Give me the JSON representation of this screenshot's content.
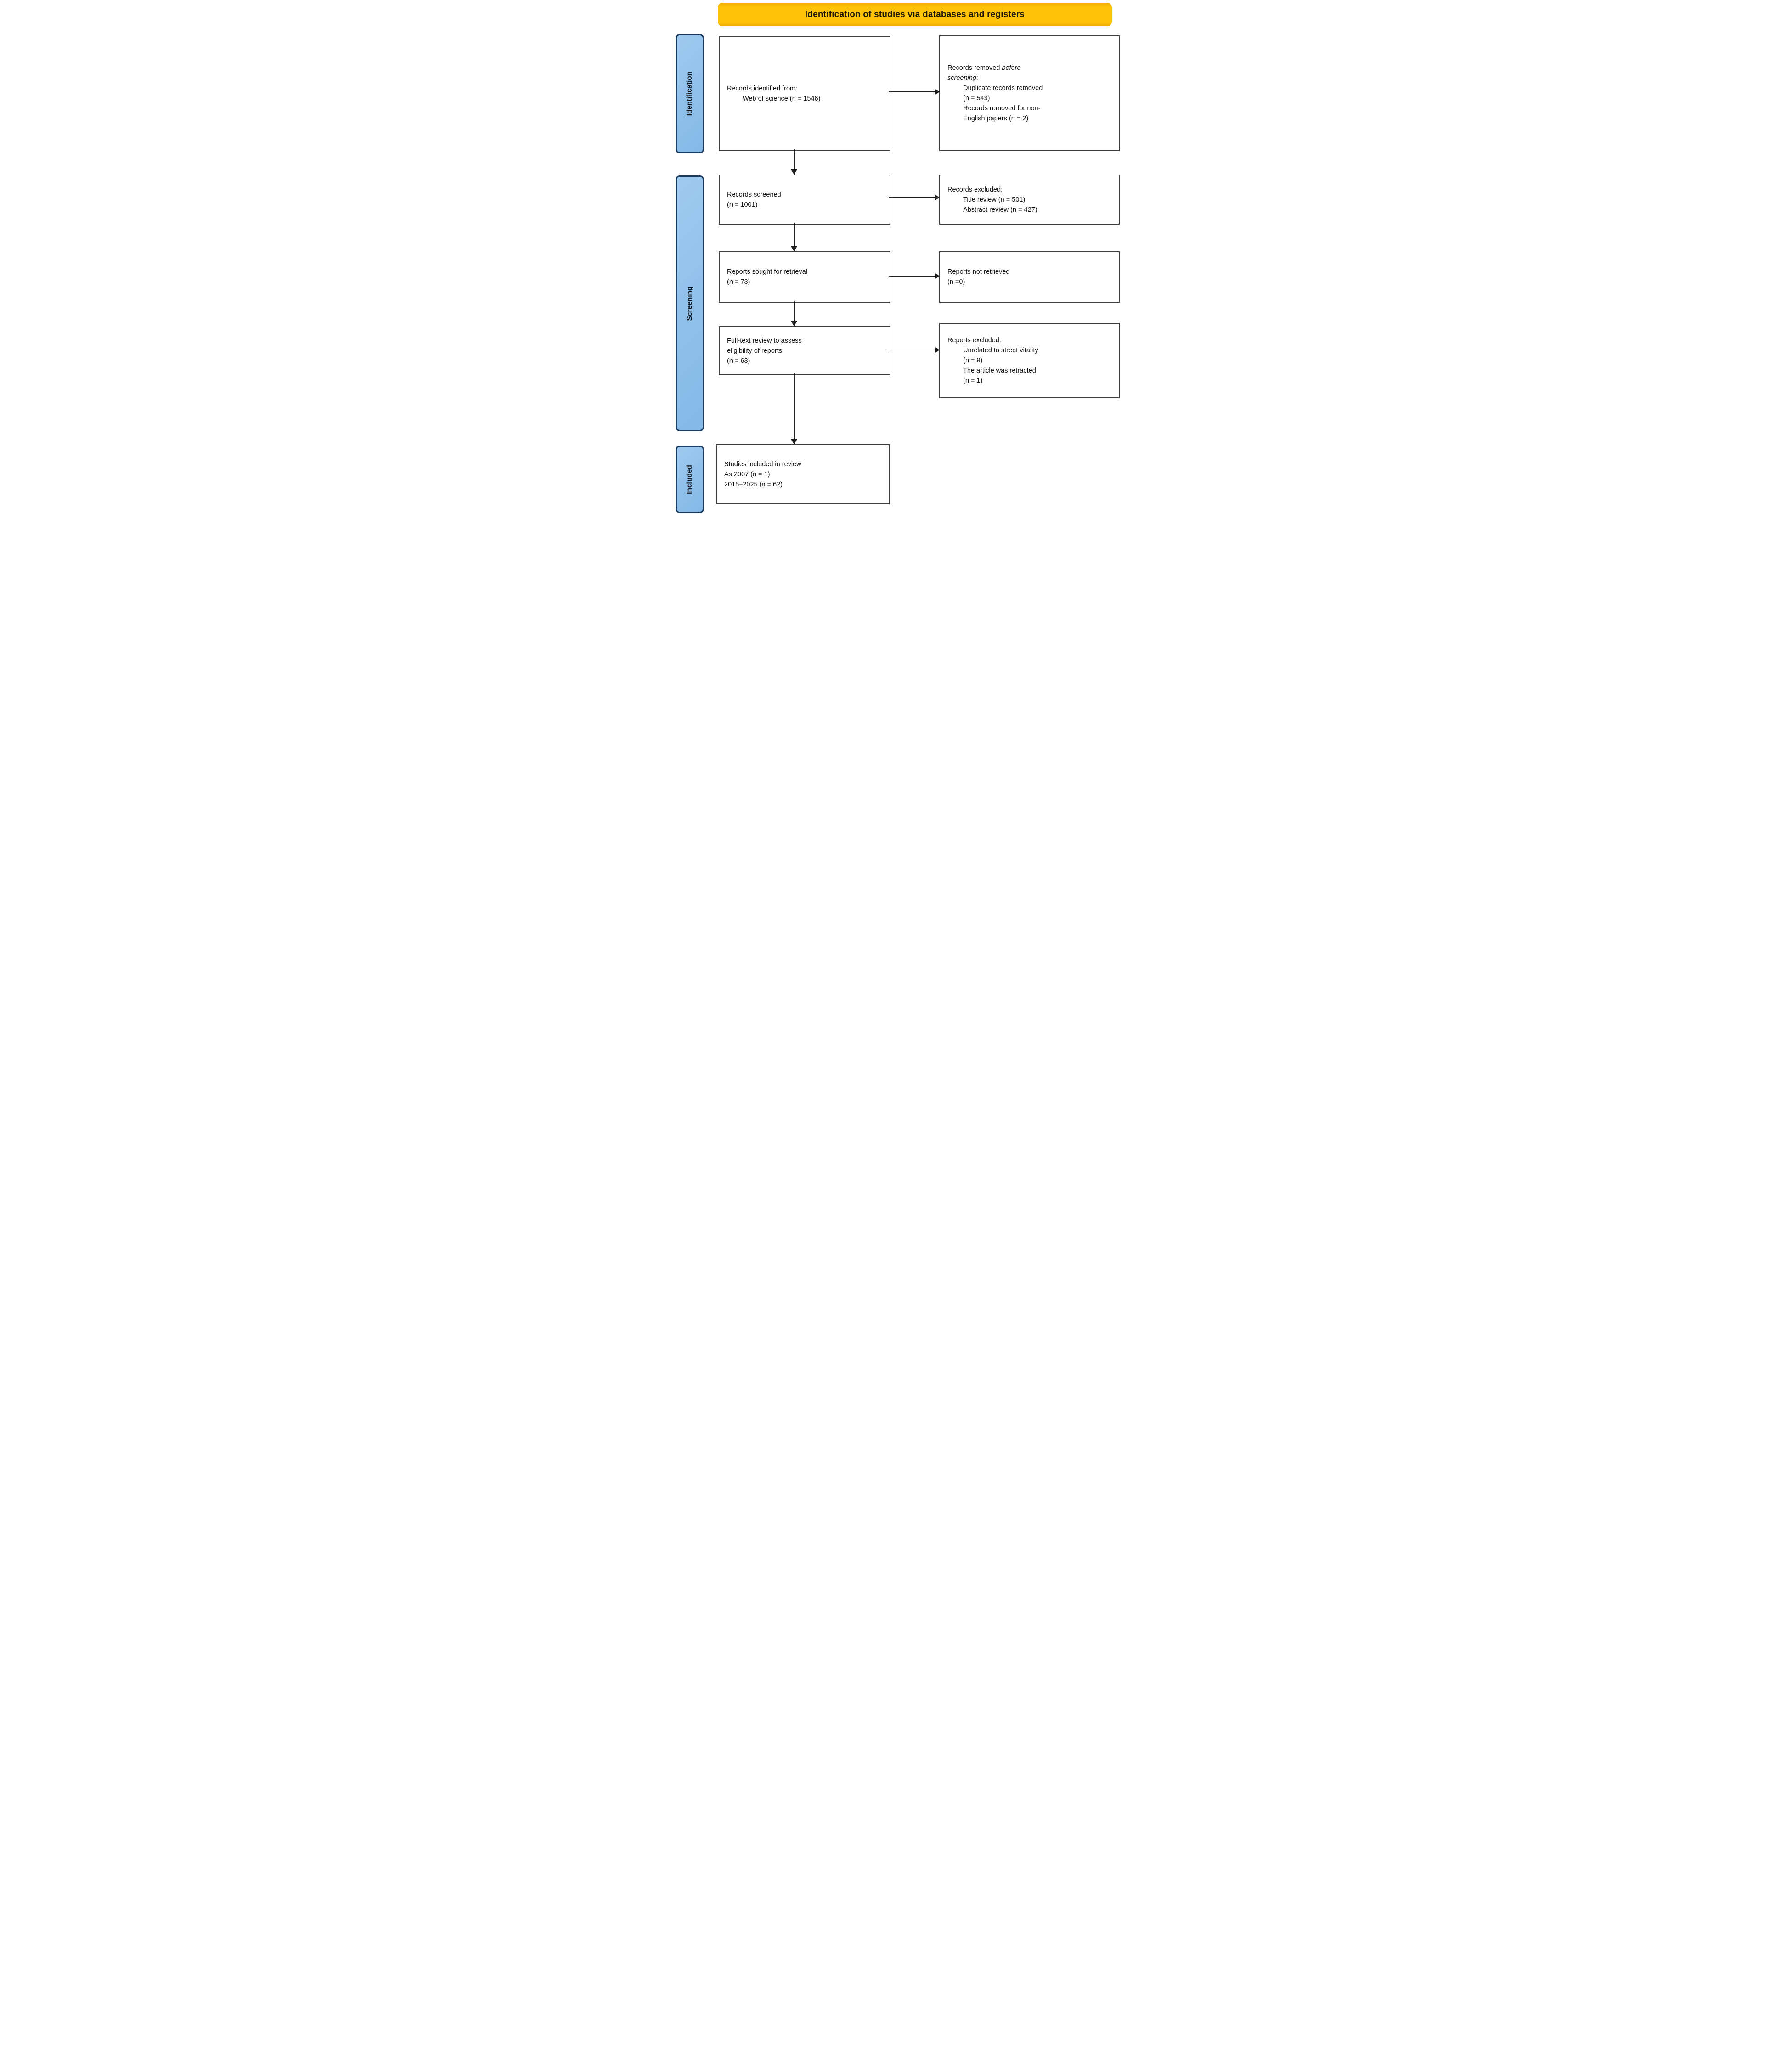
{
  "banner": {
    "label": "Identification of studies via databases and registers"
  },
  "stages": [
    {
      "label": "Identification"
    },
    {
      "label": "Screening"
    },
    {
      "label": "Included"
    }
  ],
  "boxes": {
    "records_identified": {
      "line1": "Records identified from:",
      "line2": "Web of science (n = 1546)"
    },
    "records_removed": {
      "heading_normal": "Records removed ",
      "heading_italic_line1": "before",
      "heading_italic_line2": "screening",
      "heading_suffix": ":",
      "item1_line1": "Duplicate records removed",
      "item1_line2": "(n = 543)",
      "item2_line1": "Records removed for non-",
      "item2_line2": "English papers (n = 2)"
    },
    "records_screened": {
      "line1": "Records screened",
      "line2": "(n = 1001)"
    },
    "records_excluded": {
      "heading": "Records excluded:",
      "item1": "Title review (n = 501)",
      "item2": "Abstract review (n = 427)"
    },
    "reports_sought": {
      "line1": "Reports sought for retrieval",
      "line2": "(n = 73)"
    },
    "reports_not_retrieved": {
      "line1": "Reports not retrieved",
      "line2": "(n =0)"
    },
    "fulltext_review": {
      "line1": "Full-text review to assess",
      "line2": "eligibility of reports",
      "line3": "(n = 63)"
    },
    "reports_excluded": {
      "heading": "Reports excluded:",
      "item1_line1": "Unrelated to street vitality",
      "item1_line2": "(n = 9)",
      "item2_line1": "The article was retracted",
      "item2_line2": "(n = 1)"
    },
    "studies_included": {
      "line1": "Studies included in review",
      "line2": "As 2007 (n = 1)",
      "line3": "2015–2025 (n = 62)"
    }
  },
  "colors": {
    "banner_bg": "#FFC000",
    "stage_fill": "#94C4EC",
    "stage_border": "#1B3A5C",
    "box_border": "#3F3F3F",
    "arrow": "#1F1F1F",
    "text": "#1A1A1A"
  }
}
